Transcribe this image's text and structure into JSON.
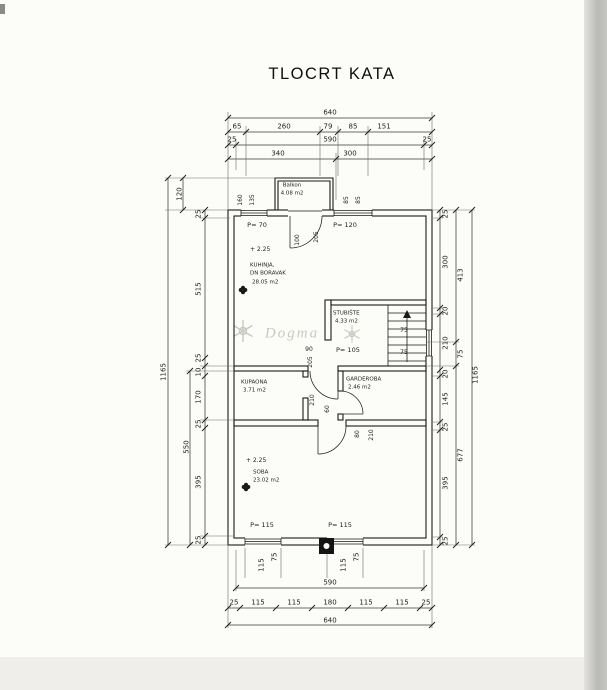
{
  "page": {
    "title": "TLOCRT KATA"
  },
  "watermark": {
    "text": "Dogma"
  },
  "rooms": {
    "balkon": {
      "name": "Balkon",
      "area": "4.08 m2"
    },
    "kuhinja": {
      "level": "+ 2.25",
      "name1": "KUHINJA,",
      "name2": "DN BORAVAK",
      "area": "28.05 m2"
    },
    "stubiste": {
      "name": "STUBIŠTE",
      "area": "4.33 m2"
    },
    "kupaona": {
      "name": "KUPAONA",
      "area": "3.71 m2"
    },
    "garderoba": {
      "name": "GARDEROBA",
      "area": "2.46 m2"
    },
    "soba": {
      "level": "+ 2.25",
      "name": "SOBA",
      "area": "23.02 m2"
    }
  },
  "openings": {
    "top_left": "P= 70",
    "top_right": "P= 120",
    "stair": "P= 105",
    "bottom_left": "P= 115",
    "bottom_right": "P= 115"
  },
  "dims": {
    "top": {
      "total": "640",
      "segments": [
        "65",
        "260",
        "79",
        "85",
        "151"
      ],
      "row3": [
        "25",
        "590",
        "25"
      ],
      "row4": [
        "340",
        "300"
      ]
    },
    "left": {
      "balkon": "120",
      "total": "1165",
      "soba": "550",
      "chain": [
        "25",
        "515",
        "25",
        "10",
        "170",
        "25",
        "395",
        "25"
      ]
    },
    "right": {
      "chain": [
        "25",
        "300",
        "20",
        "210",
        "20",
        "145",
        "25",
        "395",
        "25"
      ],
      "mid": [
        "413",
        "75",
        "677"
      ],
      "total": "1165"
    },
    "bottom": {
      "win_left": [
        "115",
        "75"
      ],
      "win_right": [
        "115",
        "75"
      ],
      "mid": "590",
      "row": [
        "25",
        "115",
        "115",
        "180",
        "115",
        "115",
        "25"
      ],
      "total": "640"
    },
    "inner": {
      "tl1": "160",
      "tl2": "135",
      "tr1": "85",
      "tr2": "85",
      "bd1": "100",
      "bd2": "205",
      "sd1": "90",
      "sd2": "205",
      "hall1": "210",
      "hall2": "60",
      "soba1": "80",
      "soba2": "210",
      "st1": "75",
      "st2": "75"
    }
  }
}
